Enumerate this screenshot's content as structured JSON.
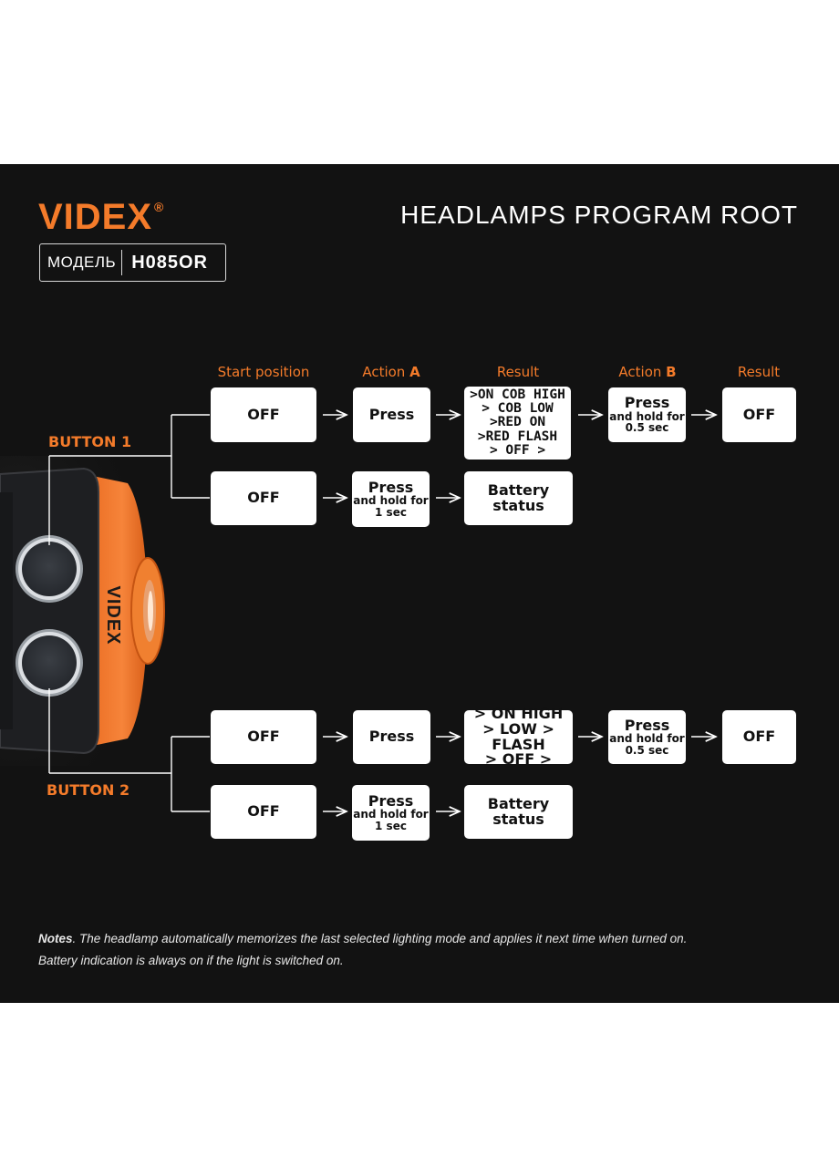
{
  "brand": {
    "logo": "VIDEX",
    "registered": "®"
  },
  "model": {
    "label": "МОДЕЛЬ",
    "value": "H085OR"
  },
  "title": "HEADLAMPS PROGRAM ROOT",
  "columns": {
    "start": "Start position",
    "action_a_prefix": "Action ",
    "action_a_letter": "A",
    "result_1": "Result",
    "action_b_prefix": "Action ",
    "action_b_letter": "B",
    "result_2": "Result"
  },
  "button1": {
    "label": "BUTTON 1",
    "row1": {
      "start": "OFF",
      "action_a": "Press",
      "result": [
        ">ON COB HIGH",
        "> COB LOW",
        ">RED ON",
        ">RED FLASH",
        "> OFF >"
      ],
      "action_b_main": "Press",
      "action_b_sub": "and hold for",
      "action_b_time": "0.5 sec",
      "final": "OFF"
    },
    "row2": {
      "start": "OFF",
      "action_main": "Press",
      "action_sub": "and hold for",
      "action_time": "1 sec",
      "result_1": "Battery",
      "result_2": "status"
    }
  },
  "button2": {
    "label": "BUTTON 2",
    "row1": {
      "start": "OFF",
      "action_a": "Press",
      "result": [
        "> ON HIGH",
        "> LOW > FLASH",
        "> OFF >"
      ],
      "action_b_main": "Press",
      "action_b_sub": "and hold for",
      "action_b_time": "0.5 sec",
      "final": "OFF"
    },
    "row2": {
      "start": "OFF",
      "action_main": "Press",
      "action_sub": "and hold for",
      "action_time": "1 sec",
      "result_1": "Battery",
      "result_2": "status"
    }
  },
  "device": {
    "logo": "VIDEX"
  },
  "notes": {
    "lead": "Notes",
    "line1": ". The headlamp automatically memorizes the last selected lighting mode and applies it next time when turned on.",
    "line2": "Battery indication is always on if the light is switched on."
  },
  "colors": {
    "accent": "#f47b2a",
    "panel": "#121212",
    "box": "#ffffff"
  }
}
